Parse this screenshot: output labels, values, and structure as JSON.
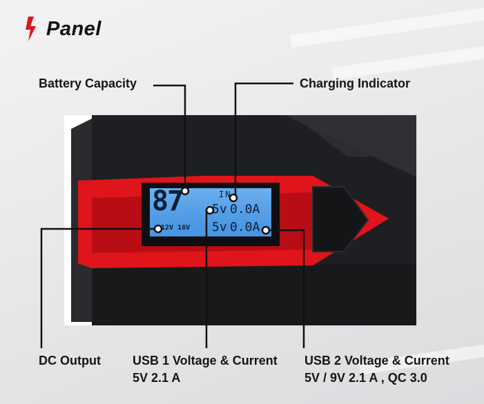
{
  "title": "Panel",
  "labels": {
    "battery_capacity": "Battery Capacity",
    "charging_indicator": "Charging Indicator",
    "dc_output": "DC Output",
    "usb1_title": "USB 1 Voltage & Current",
    "usb1_spec": "5V 2.1 A",
    "usb2_title": "USB 2 Voltage & Current",
    "usb2_spec": "5V / 9V 2.1 A , QC 3.0"
  },
  "lcd": {
    "capacity": "87",
    "indicator": "IN",
    "usb1_voltage": "5v",
    "usb1_current": "0.0A",
    "usb2_voltage": "5v",
    "usb2_current": "0.0A",
    "dc_voltages": "12V 16V"
  },
  "colors": {
    "accent_red": "#e0141b",
    "lcd_blue": "#4f9ee8",
    "device_black": "#1e1f22"
  },
  "icons": {
    "title_icon": "lightning-bolt-icon"
  }
}
